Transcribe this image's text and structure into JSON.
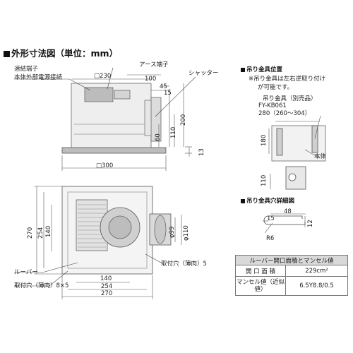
{
  "main": {
    "title": "外形寸法図（単位：mm）",
    "callouts": {
      "quick_terminal": "速結端子",
      "power_connection": "本体外部電源接続",
      "earth_terminal": "アース端子",
      "shutter": "シャッター",
      "louver": "ルーバー",
      "mount_hole_side": "取付穴（薄肉）5",
      "mount_hole_bottom": "取付穴（薄肉）8×5"
    },
    "side_dims": {
      "sq230": "□230",
      "d100": "100",
      "d45": "45",
      "d15": "15",
      "d200": "200",
      "d110": "110",
      "d60": "60",
      "d13": "13",
      "sq300": "□300"
    },
    "plan_dims": {
      "d270_v": "270",
      "d254_v": "254",
      "d140_v": "140",
      "phi99": "φ99",
      "phi110": "φ110",
      "d140_h": "140",
      "d254_h": "254",
      "d270_h": "270"
    }
  },
  "hanger": {
    "title": "吊り金具位置",
    "note_line1": "※吊り金具は左右逆取り付け",
    "note_line2": "が可能です。",
    "part_label": "吊り金具（別売品）",
    "part_no": "FY-KB061",
    "range": "280（260〜304）",
    "d180": "180",
    "d110": "110",
    "body_label": "本体"
  },
  "hole_detail": {
    "title": "吊り金具穴詳細図",
    "d48": "48",
    "d15": "15",
    "d12": "12",
    "r6": "R6"
  },
  "spec_table": {
    "header": "ルーバー開口面積とマンセル値",
    "rows": [
      {
        "label": "開 口 面 積",
        "value": "229cm²"
      },
      {
        "label": "マンセル値（近似値）",
        "value": "6.5Y8.8/0.5"
      }
    ]
  }
}
